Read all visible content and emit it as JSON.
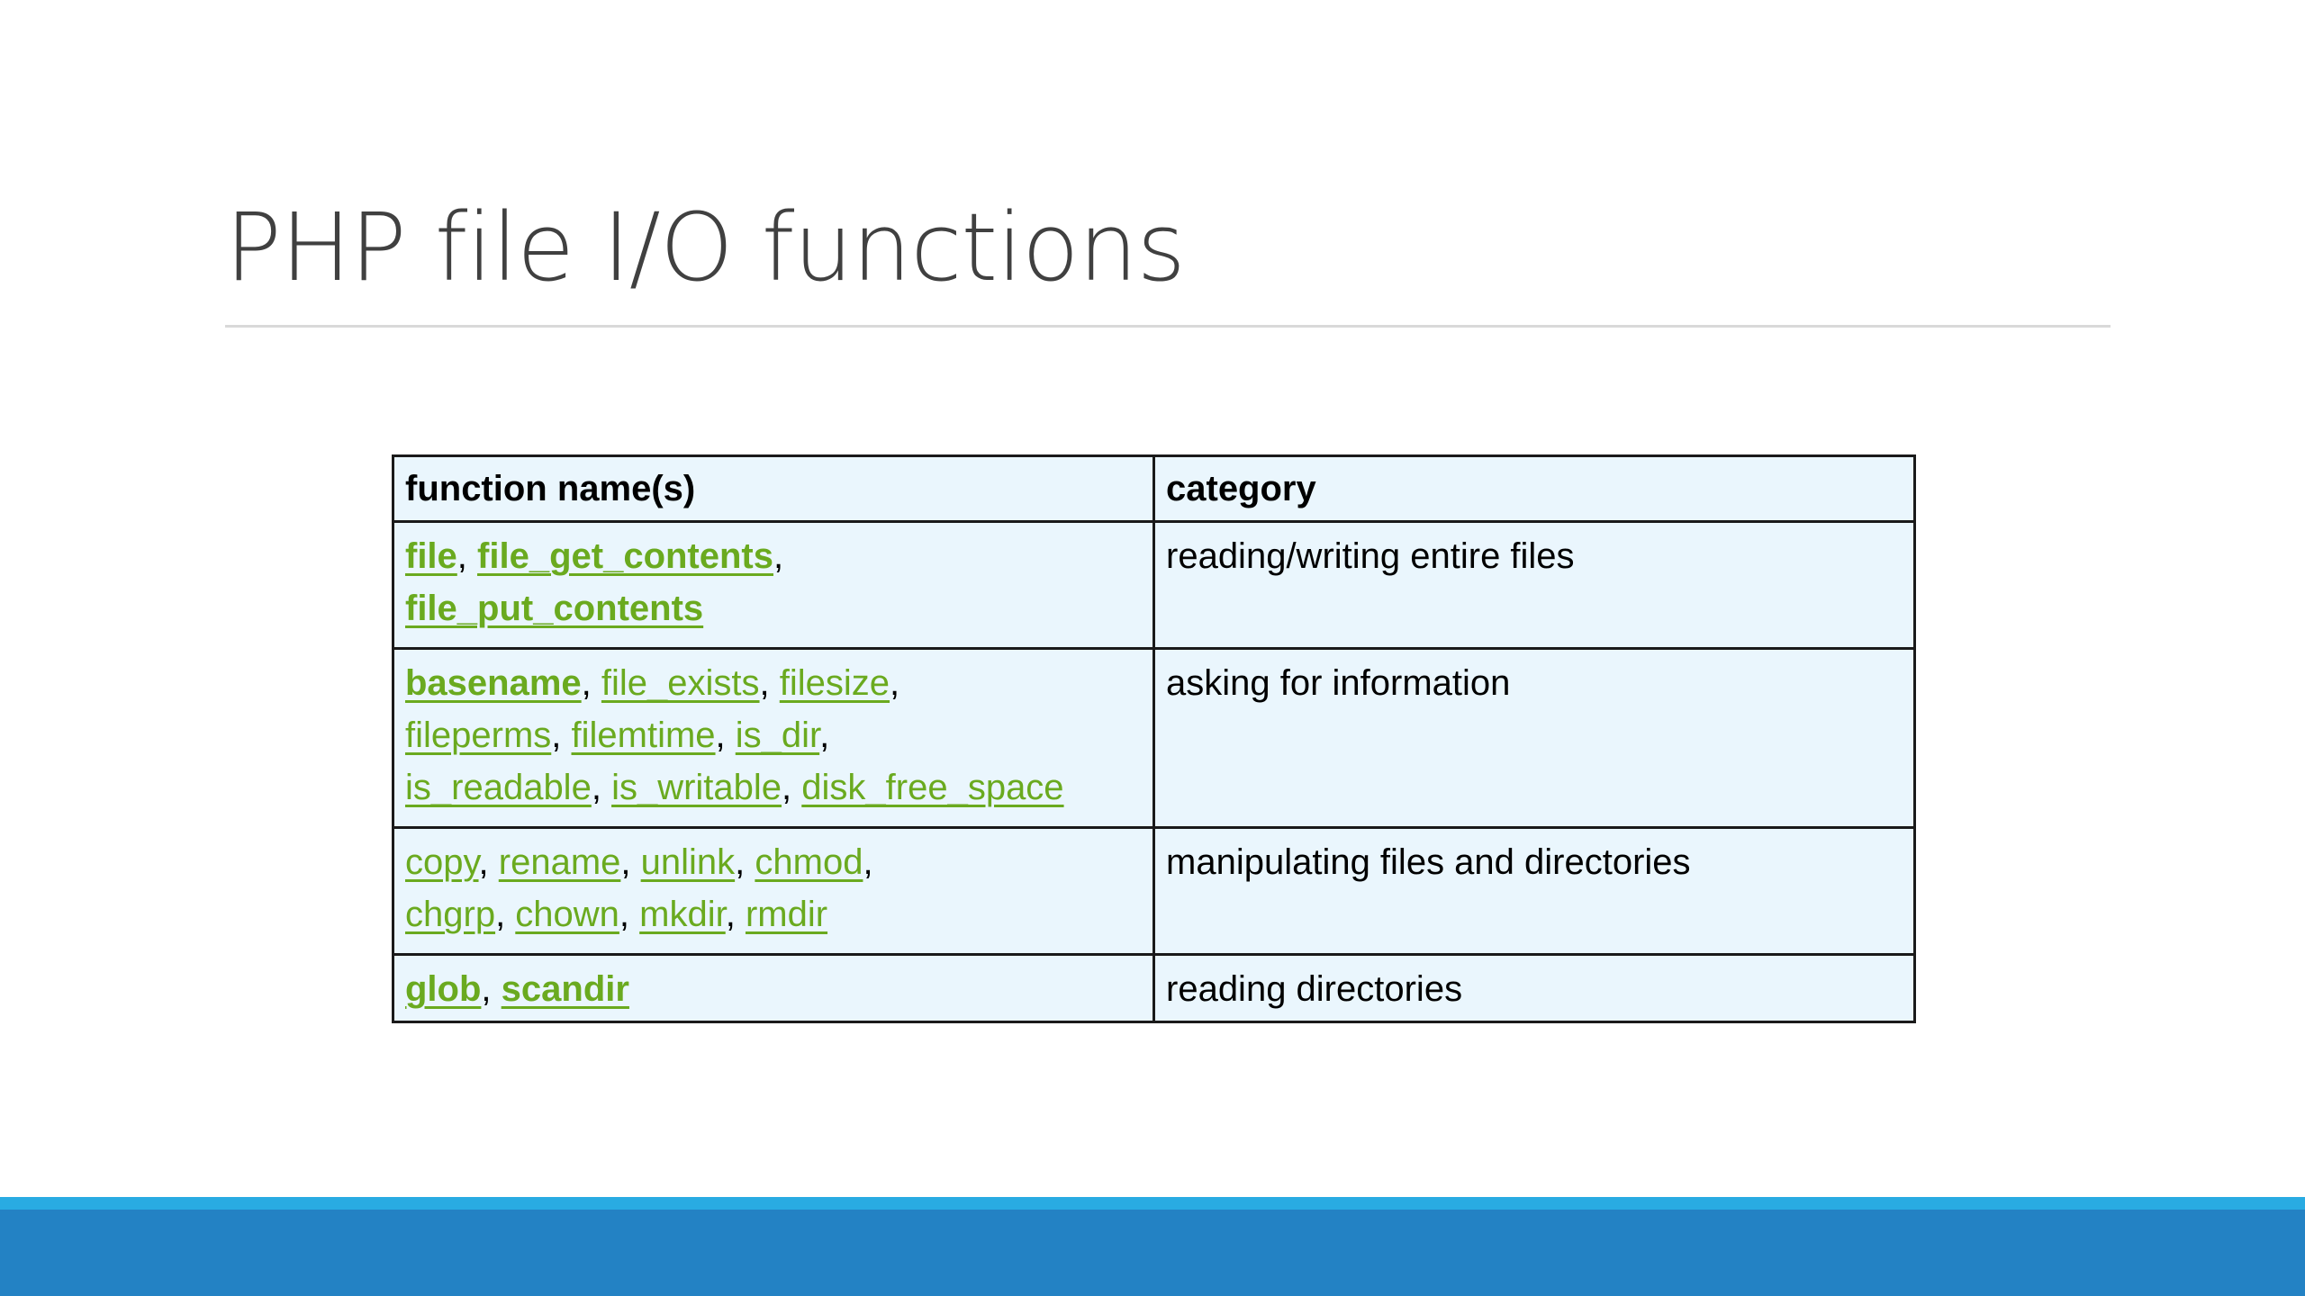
{
  "slide": {
    "title": "PHP file I/O functions"
  },
  "table": {
    "headers": [
      "function name(s)",
      "category"
    ],
    "rows": [
      {
        "lines": [
          [
            {
              "text": "file",
              "bold": true
            },
            {
              "sep": ", "
            },
            {
              "text": "file_get_contents",
              "bold": true
            },
            {
              "sep": ","
            }
          ],
          [
            {
              "text": "file_put_contents",
              "bold": true
            }
          ]
        ],
        "category": "reading/writing entire files"
      },
      {
        "lines": [
          [
            {
              "text": "basename",
              "bold": true
            },
            {
              "sep": ", "
            },
            {
              "text": "file_exists",
              "bold": false
            },
            {
              "sep": ", "
            },
            {
              "text": "filesize",
              "bold": false
            },
            {
              "sep": ","
            }
          ],
          [
            {
              "text": "fileperms",
              "bold": false
            },
            {
              "sep": ", "
            },
            {
              "text": "filemtime",
              "bold": false
            },
            {
              "sep": ", "
            },
            {
              "text": "is_dir",
              "bold": false
            },
            {
              "sep": ","
            }
          ],
          [
            {
              "text": "is_readable",
              "bold": false
            },
            {
              "sep": ", "
            },
            {
              "text": "is_writable",
              "bold": false
            },
            {
              "sep": ", "
            },
            {
              "text": "disk_free_space",
              "bold": false
            }
          ]
        ],
        "category": "asking for information"
      },
      {
        "lines": [
          [
            {
              "text": "copy",
              "bold": false
            },
            {
              "sep": ", "
            },
            {
              "text": "rename",
              "bold": false
            },
            {
              "sep": ", "
            },
            {
              "text": "unlink",
              "bold": false
            },
            {
              "sep": ", "
            },
            {
              "text": "chmod",
              "bold": false
            },
            {
              "sep": ","
            }
          ],
          [
            {
              "text": "chgrp",
              "bold": false
            },
            {
              "sep": ", "
            },
            {
              "text": "chown",
              "bold": false
            },
            {
              "sep": ", "
            },
            {
              "text": "mkdir",
              "bold": false
            },
            {
              "sep": ", "
            },
            {
              "text": "rmdir",
              "bold": false
            }
          ]
        ],
        "category": "manipulating files and directories"
      },
      {
        "lines": [
          [
            {
              "text": "glob",
              "bold": true
            },
            {
              "sep": ", "
            },
            {
              "text": "scandir",
              "bold": true
            }
          ]
        ],
        "category": "reading directories"
      }
    ]
  },
  "colors": {
    "link": "#6aaa1f",
    "table_bg": "#eaf6fd",
    "footer_thin": "#29abe2",
    "footer_band": "#2382c4",
    "title_text": "#404040"
  }
}
